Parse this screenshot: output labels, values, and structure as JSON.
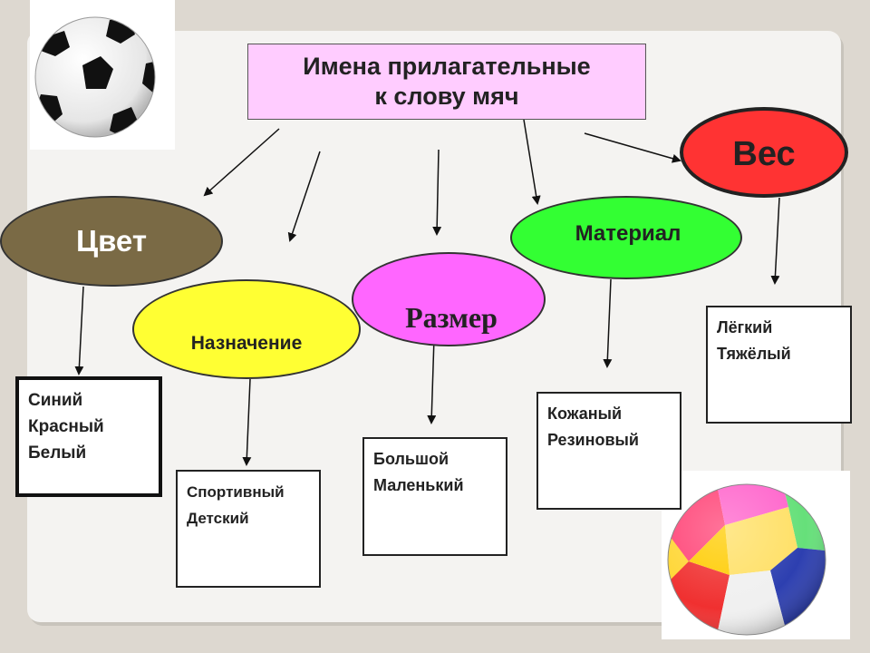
{
  "title": {
    "line1": "Имена прилагательные",
    "line2": "к слову мяч"
  },
  "categories": {
    "color": {
      "label": "Цвет",
      "fill": "#7a6a45"
    },
    "purpose": {
      "label": "Назначение",
      "fill": "#ffff33"
    },
    "size": {
      "label": "Размер",
      "fill": "#ff66ff"
    },
    "material": {
      "label": "Материал",
      "fill": "#33ff33"
    },
    "weight": {
      "label": "Вес",
      "fill": "#ff3333"
    }
  },
  "examples": {
    "color": [
      "Синий",
      "Красный",
      "Белый"
    ],
    "purpose": [
      "Спортивный",
      "Детский"
    ],
    "size": [
      "Большой",
      "Маленький"
    ],
    "material": [
      "Кожаный",
      "Резиновый"
    ],
    "weight": [
      "Лёгкий",
      "Тяжёлый"
    ]
  },
  "images": {
    "soccer_ball": "soccer-ball-icon",
    "toy_ball": "colorful-ball-icon"
  }
}
